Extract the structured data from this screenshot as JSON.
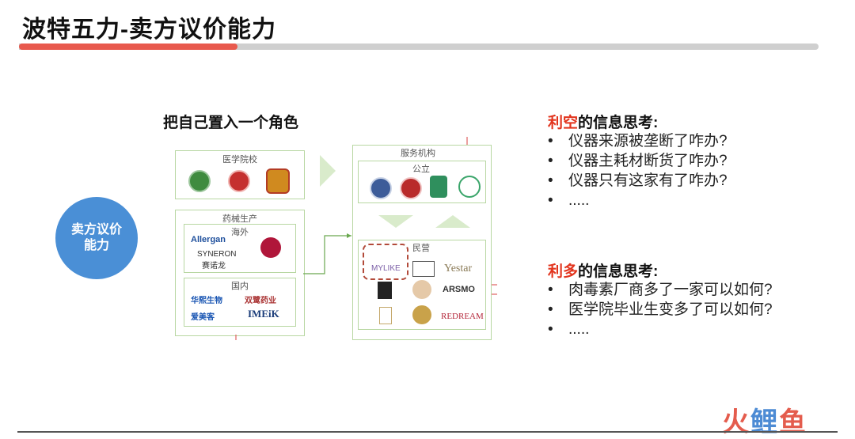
{
  "title": "波特五力-卖方议价能力",
  "subtitle": "把自己置入一个角色",
  "center_label": [
    "卖方议价",
    "能力"
  ],
  "left_diagram": {
    "medical": {
      "label": "医学院校"
    },
    "pharma": {
      "label": "药械生产"
    },
    "overseas": {
      "label": "海外",
      "logos": [
        "Allergan",
        "SYNERON",
        "赛诺龙"
      ]
    },
    "domestic": {
      "label": "国内",
      "logos": [
        "华熙生物",
        "双鹭药业",
        "爱美客",
        "IMEiK"
      ]
    }
  },
  "right_diagram": {
    "services": {
      "label": "服务机构"
    },
    "public": {
      "label": "公立"
    },
    "private": {
      "label": "民营",
      "logos": [
        "MYLIKE",
        "Yestar",
        "ARSMO",
        "REDREAM"
      ]
    }
  },
  "negative": {
    "heading_red": "利空",
    "heading_rest": "的信息思考:",
    "items": [
      "仪器来源被垄断了咋办?",
      "仪器主耗材断货了咋办?",
      "仪器只有这家有了咋办?",
      "....."
    ]
  },
  "positive": {
    "heading_red": "利多",
    "heading_rest": "的信息思考:",
    "items": [
      "肉毒素厂商多了一家可以如何?",
      "医学院毕业生变多了可以如何?",
      "....."
    ]
  },
  "bullet_char": "•",
  "watermark": {
    "a": "火",
    "b": "鲤",
    "c": "鱼"
  },
  "colors": {
    "accent_red": "#e8594d",
    "circle_blue": "#4a8fd6",
    "box_green": "#b8d7a2"
  }
}
